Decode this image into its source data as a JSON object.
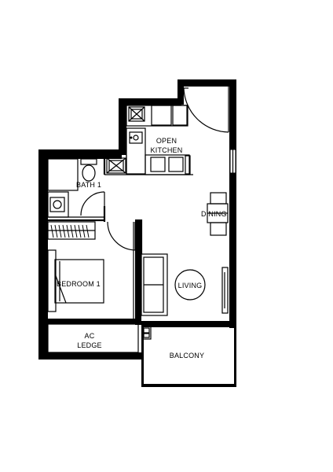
{
  "rooms": {
    "open_kitchen": {
      "line1": "OPEN",
      "line2": "KITCHEN"
    },
    "bath": "BATH 1",
    "dining": "DINING",
    "bedroom": "BEDROOM 1",
    "living": "LIVING",
    "ac_ledge": {
      "line1": "AC",
      "line2": "LEDGE"
    },
    "balcony": "BALCONY"
  }
}
